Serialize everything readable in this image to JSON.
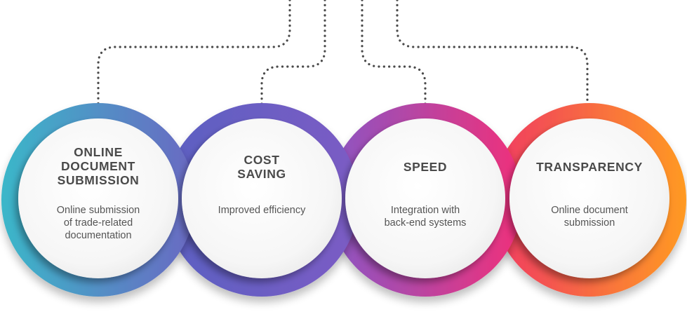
{
  "items": [
    {
      "title": "ONLINE\nDOCUMENT\nSUBMISSION",
      "description": "Online submission\nof trade-related\ndocumentation",
      "ring_colors": [
        "#3bb7c9",
        "#6a68c2"
      ]
    },
    {
      "title": "COST\nSAVING",
      "description": "Improved efficiency",
      "ring_colors": [
        "#5b5fc2",
        "#7c5cc4"
      ]
    },
    {
      "title": "SPEED",
      "description": "Integration with\nback-end systems",
      "ring_colors": [
        "#8a56c4",
        "#f0307a"
      ]
    },
    {
      "title": "TRANSPARENCY",
      "description": "Online document\nsubmission",
      "ring_colors": [
        "#f03a62",
        "#ff9a22"
      ]
    }
  ],
  "connector_color": "#4a4a4a",
  "inner_color": "#f4f4f4"
}
